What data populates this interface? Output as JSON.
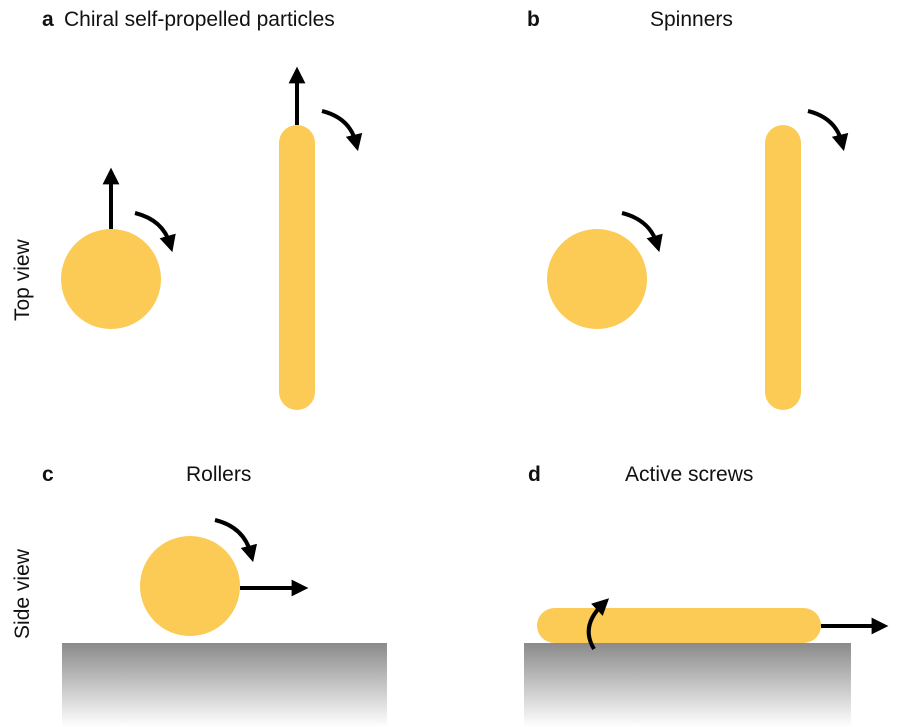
{
  "panels": {
    "a": {
      "letter": "a",
      "title": "Chiral self-propelled particles"
    },
    "b": {
      "letter": "b",
      "title": "Spinners"
    },
    "c": {
      "letter": "c",
      "title": "Rollers"
    },
    "d": {
      "letter": "d",
      "title": "Active screws"
    }
  },
  "row_labels": {
    "top": "Top view",
    "side": "Side view"
  },
  "colors": {
    "particle": "#FCCB55",
    "arrow": "#000000",
    "surface_top": "#8a8a8a",
    "surface_bottom": "#ffffff"
  }
}
